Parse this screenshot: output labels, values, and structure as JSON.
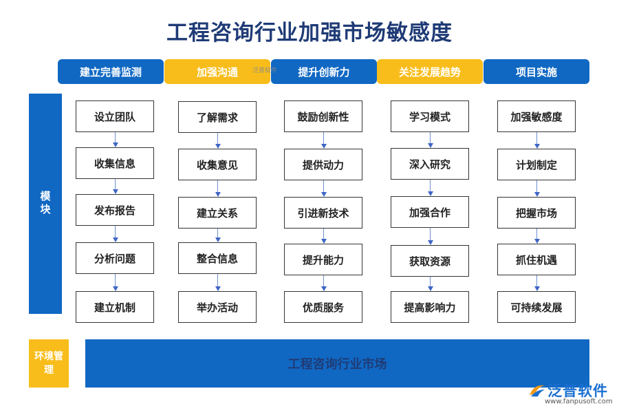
{
  "title": "工程咨询行业加强市场敏感度",
  "headers": [
    {
      "label": "建立完善监测",
      "color": "#1068c3"
    },
    {
      "label": "加强沟通",
      "color": "#f8bd1b"
    },
    {
      "label": "提升创新力",
      "color": "#1068c3"
    },
    {
      "label": "关注发展趋势",
      "color": "#f8bd1b"
    },
    {
      "label": "项目实施",
      "color": "#1068c3"
    }
  ],
  "columns": [
    {
      "items": [
        "设立团队",
        "收集信息",
        "发布报告",
        "分析问题",
        "建立机制"
      ]
    },
    {
      "items": [
        "了解需求",
        "收集意见",
        "建立关系",
        "整合信息",
        "举办活动"
      ]
    },
    {
      "items": [
        "鼓励创新性",
        "提供动力",
        "引进新技术",
        "提升能力",
        "优质服务"
      ]
    },
    {
      "items": [
        "学习模式",
        "深入研究",
        "加强合作",
        "获取资源",
        "提高影响力"
      ]
    },
    {
      "items": [
        "加强敏感度",
        "计划制定",
        "把握市场",
        "抓住机遇",
        "可持续发展"
      ]
    }
  ],
  "side_module_label": "模块",
  "side_env_label": "环境管理",
  "market_label": "工程咨询行业市场",
  "watermark_text": "泛普软件",
  "logo": {
    "name": "泛普软件",
    "url": "www.fanpusoft.com"
  },
  "colors": {
    "blue": "#1068c3",
    "yellow": "#f8bd1b",
    "title": "#1f3b76"
  }
}
